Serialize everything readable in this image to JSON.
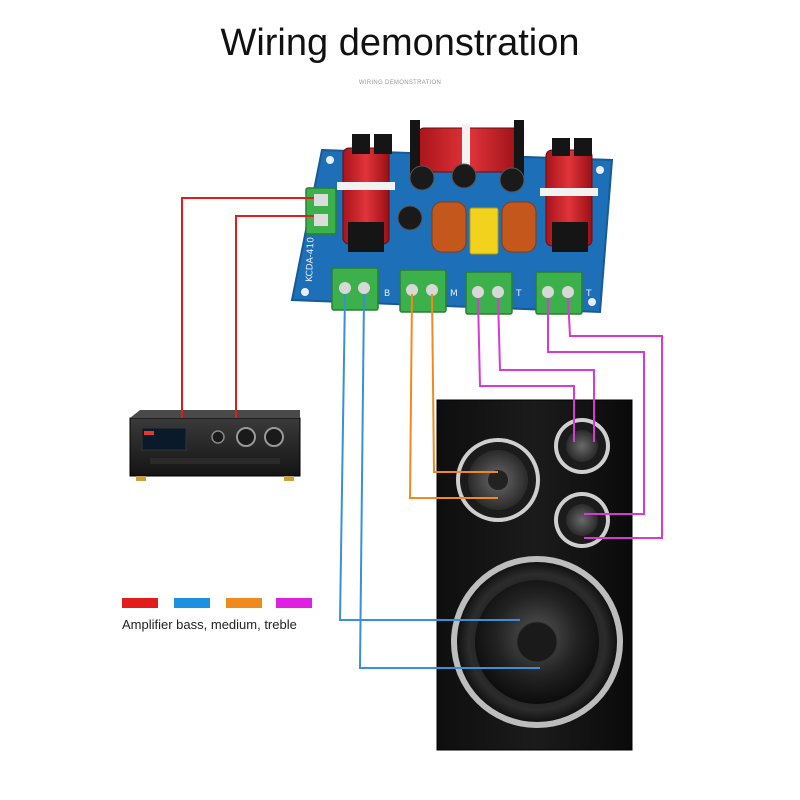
{
  "title": "Wiring demonstration",
  "subtitle": "WIRING DEMONSTRATION",
  "legend": {
    "caption": "Amplifier bass, medium, treble",
    "colors": [
      "#e21b1b",
      "#1e90e0",
      "#f08a1c",
      "#e020e0"
    ]
  },
  "board": {
    "model": "KCDA-410",
    "terminal_labels": [
      "B",
      "M",
      "T",
      "T"
    ]
  },
  "wire_colors": {
    "input": "#e21b1b",
    "bass": "#3a8fd8",
    "mid": "#f08a1c",
    "treble": "#d63ad6"
  }
}
